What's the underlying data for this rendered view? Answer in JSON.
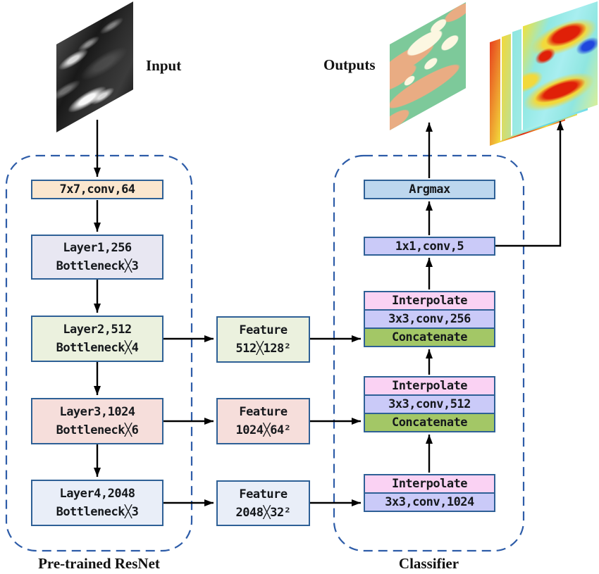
{
  "labels": {
    "input": "Input",
    "outputs": "Outputs",
    "resnet": "Pre-trained ResNet",
    "classifier": "Classifier"
  },
  "resnet_blocks": [
    {
      "line1": "7x7,conv,64"
    },
    {
      "line1": "Layer1,256",
      "line2": "Bottleneck╳3"
    },
    {
      "line1": "Layer2,512",
      "line2": "Bottleneck╳4"
    },
    {
      "line1": "Layer3,1024",
      "line2": "Bottleneck╳6"
    },
    {
      "line1": "Layer4,2048",
      "line2": "Bottleneck╳3"
    }
  ],
  "feature_blocks": [
    {
      "line1": "Feature",
      "line2": "512╳128²"
    },
    {
      "line1": "Feature",
      "line2": "1024╳64²"
    },
    {
      "line1": "Feature",
      "line2": "2048╳32²"
    }
  ],
  "classifier_blocks": {
    "argmax": "Argmax",
    "conv_final": "1x1,conv,5",
    "groups": [
      {
        "interpolate": "Interpolate",
        "conv": "3x3,conv,256",
        "concat": "Concatenate"
      },
      {
        "interpolate": "Interpolate",
        "conv": "3x3,conv,512",
        "concat": "Concatenate"
      },
      {
        "interpolate": "Interpolate",
        "conv": "3x3,conv,1024"
      }
    ]
  },
  "colors": {
    "box_border": "#2e6096",
    "dashed_border": "#2d5ca8",
    "arrow": "#000000",
    "conv7_fill": "#fbe6ce",
    "layer1_fill": "#e8e7f2",
    "layer2_fill": "#ebf1de",
    "layer3_fill": "#f6dedb",
    "layer4_fill": "#e9eef8",
    "argmax_fill": "#bdd7ee",
    "conv_fill": "#cacaf8",
    "interpolate_fill": "#fad2f3",
    "concatenate_fill": "#a3c766",
    "seg_green": "#7dc99a",
    "seg_salmon": "#e9ac83",
    "seg_cream": "#fcf7e1"
  }
}
